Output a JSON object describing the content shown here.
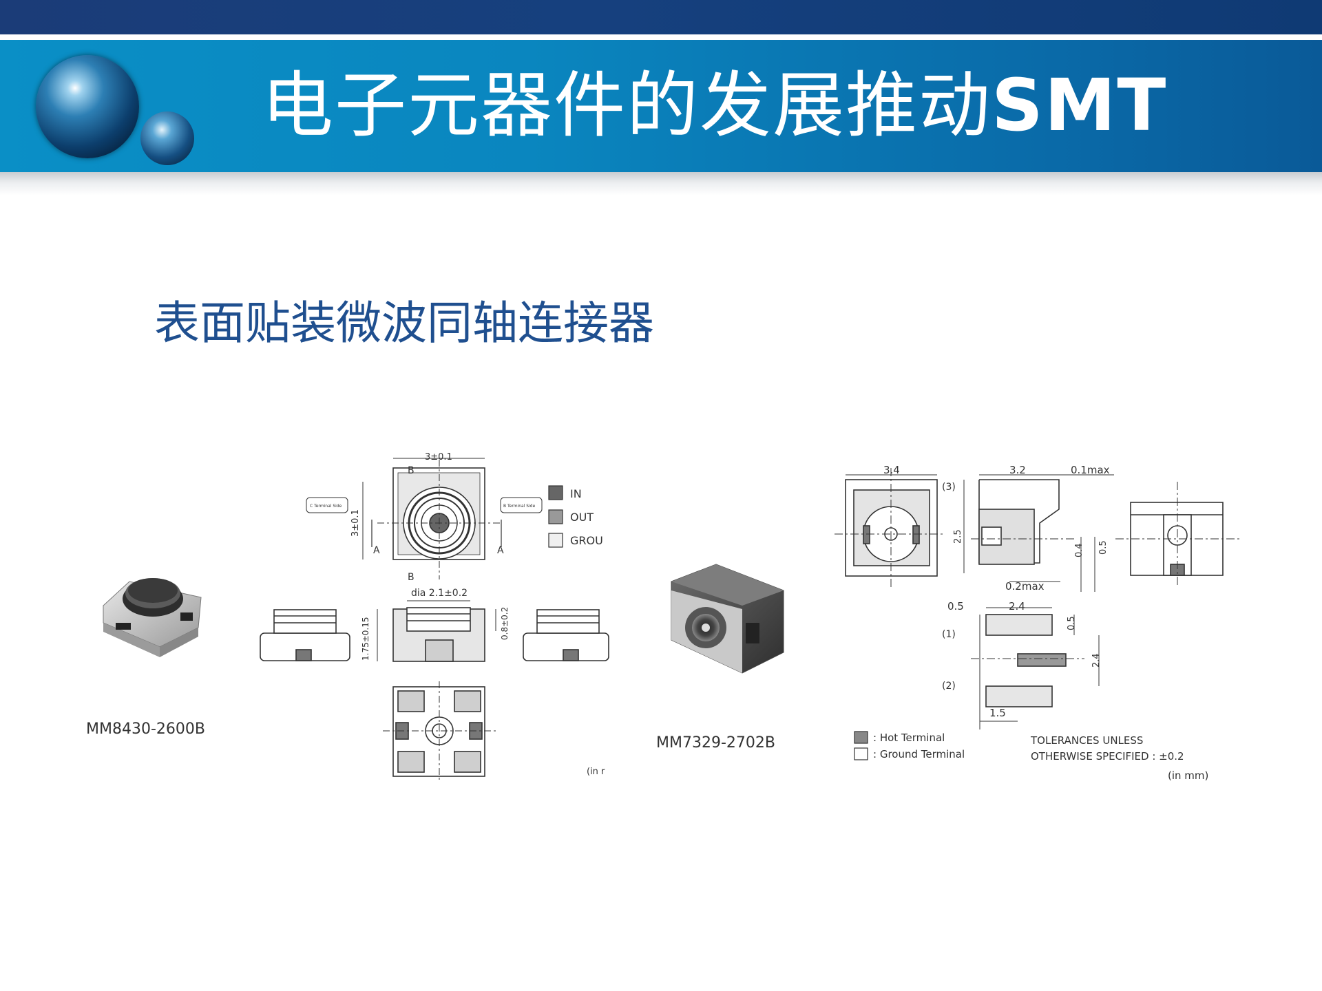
{
  "slide": {
    "title_cn": "电子元器件的发展推动",
    "title_en": "SMT",
    "subtitle": "表面贴装微波同轴连接器"
  },
  "colors": {
    "title_bar": "#0a86bf",
    "top_band": "#16407e",
    "subtitle_text": "#1f4f8f"
  },
  "left_product": {
    "part_number": "MM8430-2600B",
    "dims": {
      "width": "3±0.1",
      "height": "3±0.1",
      "diameter": "dia 2.1±0.2",
      "thickness": "1.75±0.15",
      "offset": "0.8±0.2"
    },
    "section_labels": {
      "a": "A",
      "b": "B"
    },
    "side_notes": {
      "left": "C Terminal Side",
      "right": "B Terminal Side"
    },
    "legend": [
      "IN",
      "OUT",
      "GROU"
    ],
    "unit_note": "(in r"
  },
  "right_product": {
    "part_number": "MM7329-2702B",
    "dims": {
      "top_w": "3.4",
      "side_w": "3.2",
      "max_gap": "0.1max",
      "height": "2.5",
      "d04": "0.4",
      "d05": "0.5",
      "d02max": "0.2max",
      "pad_05": "0.5",
      "pad_24": "2.4",
      "pad_05v": "0.5",
      "pad_24v": "2.4",
      "pad_15": "1.5"
    },
    "callouts": [
      "(3)",
      "(1)",
      "(2)"
    ],
    "legend": [
      {
        "label": ": Hot Terminal"
      },
      {
        "label": ": Ground Terminal"
      }
    ],
    "tolerance_line1": "TOLERANCES UNLESS",
    "tolerance_line2": "OTHERWISE SPECIFIED : ±0.2",
    "unit_note": "(in mm)"
  }
}
